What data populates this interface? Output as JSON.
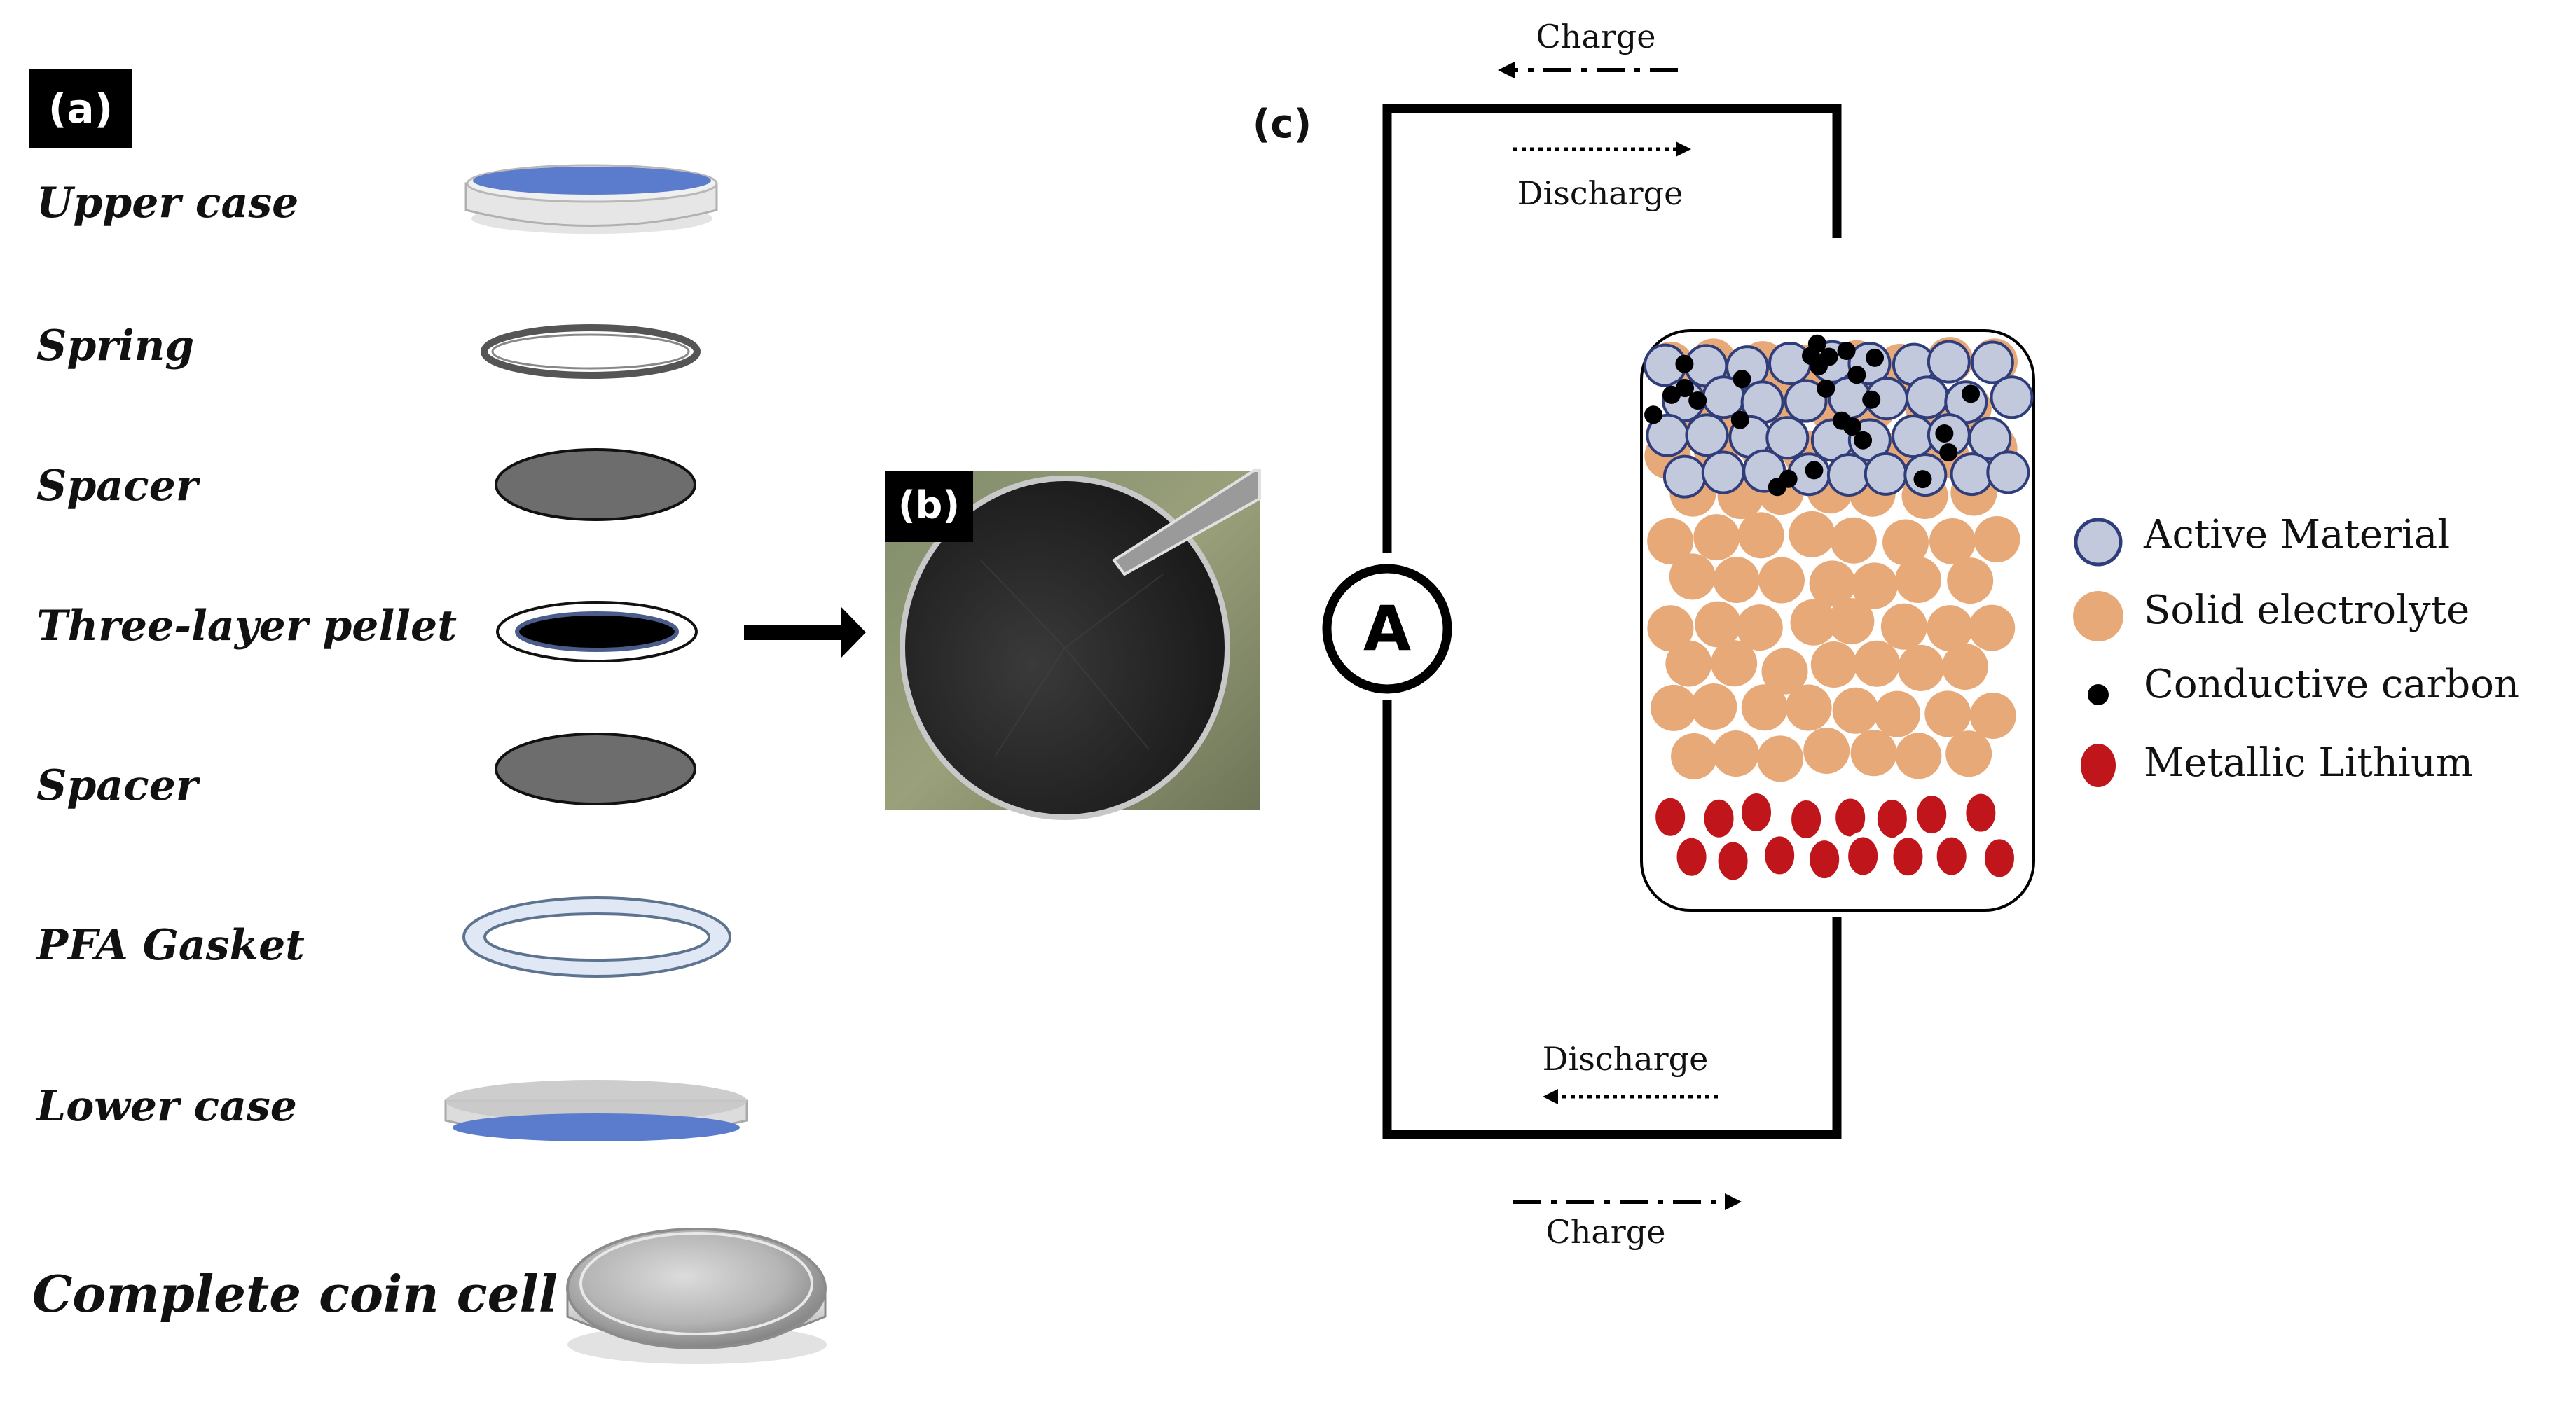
{
  "panel_a": {
    "tag": "(a)",
    "components": [
      {
        "label": "Upper case",
        "icon": "upper-case-icon"
      },
      {
        "label": "Spring",
        "icon": "spring-ring-icon"
      },
      {
        "label": "Spacer",
        "icon": "spacer-disc-icon"
      },
      {
        "label": "Three-layer pellet",
        "icon": "pellet-icon"
      },
      {
        "label": "Spacer",
        "icon": "spacer-disc-icon"
      },
      {
        "label": "PFA Gasket",
        "icon": "gasket-ring-icon"
      },
      {
        "label": "Lower case",
        "icon": "lower-case-icon"
      },
      {
        "label": "Complete coin cell",
        "icon": "coin-cell-icon"
      }
    ]
  },
  "panel_b": {
    "tag": "(b)"
  },
  "panel_c": {
    "tag": "(c)",
    "ammeter": "A",
    "top_charge": "Charge",
    "top_discharge": "Discharge",
    "bottom_discharge": "Discharge",
    "bottom_charge": "Charge",
    "legend": [
      {
        "label": "Active Material",
        "color": "#c3c9dd"
      },
      {
        "label": "Solid electrolyte",
        "color": "#e8a978"
      },
      {
        "label": "Conductive carbon",
        "color": "#000000"
      },
      {
        "label": "Metallic Lithium",
        "color": "#c0151b"
      }
    ]
  },
  "colors": {
    "case_blue": "#5b7ccc",
    "spacer_gray": "#6d6d6d",
    "gasket_blue": "#dfe8f4"
  }
}
